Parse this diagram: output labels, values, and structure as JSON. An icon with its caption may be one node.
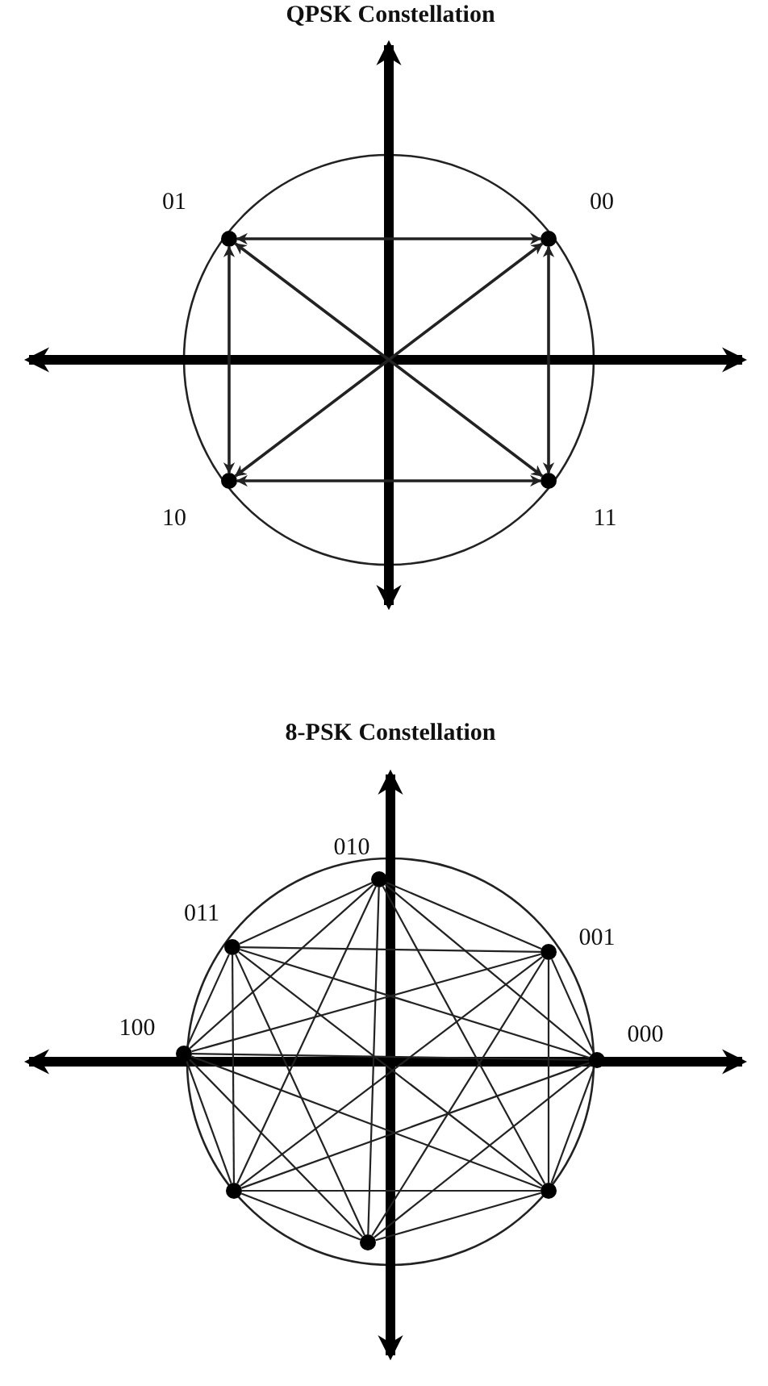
{
  "diagram": {
    "nodes": [
      {
        "text": [],
        "shape": "circle",
        "beside": [
          "01"
        ]
      },
      {
        "text": [],
        "shape": "circle",
        "beside": [
          "00"
        ]
      },
      {
        "text": [],
        "shape": "circle",
        "beside": [
          "10"
        ]
      },
      {
        "text": [],
        "shape": "circle",
        "beside": [
          "11"
        ]
      },
      {
        "text": [],
        "shape": "circle",
        "beside": [
          "010"
        ]
      },
      {
        "text": [],
        "shape": "circle",
        "beside": [
          "011"
        ]
      },
      {
        "text": [],
        "shape": "circle",
        "beside": [
          "001"
        ]
      },
      {
        "text": [],
        "shape": "circle",
        "beside": [
          "100"
        ]
      },
      {
        "text": [],
        "shape": "circle",
        "beside": [
          "000"
        ]
      },
      {
        "text": [],
        "shape": "circle"
      },
      {
        "text": [],
        "shape": "circle"
      },
      {
        "text": [],
        "shape": "circle"
      }
    ],
    "edges": [
      {
        "from": null,
        "to": 0,
        "arrow": "to"
      },
      {
        "from": null,
        "to": 1,
        "arrow": "to"
      },
      {
        "from": null,
        "to": 2,
        "arrow": "to"
      },
      {
        "from": null,
        "to": 3,
        "arrow": "to"
      },
      {
        "from": 0,
        "to": 1,
        "arrow": "both"
      },
      {
        "from": 1,
        "to": 3,
        "arrow": "both"
      },
      {
        "from": 3,
        "to": 2,
        "arrow": "both"
      },
      {
        "from": 2,
        "to": 0,
        "arrow": "both"
      },
      {
        "from": 4,
        "to": 5,
        "arrow": "none"
      },
      {
        "from": 4,
        "to": 6,
        "arrow": "none"
      },
      {
        "from": 4,
        "to": 7,
        "arrow": "none"
      },
      {
        "from": 4,
        "to": 8,
        "arrow": "none"
      },
      {
        "from": 4,
        "to": 9,
        "arrow": "none"
      },
      {
        "from": 4,
        "to": 10,
        "arrow": "none"
      },
      {
        "from": 4,
        "to": 11,
        "arrow": "none"
      },
      {
        "from": 5,
        "to": 6,
        "arrow": "none"
      },
      {
        "from": 5,
        "to": 7,
        "arrow": "none"
      },
      {
        "from": 5,
        "to": 8,
        "arrow": "none"
      },
      {
        "from": 5,
        "to": 9,
        "arrow": "none"
      },
      {
        "from": 5,
        "to": 10,
        "arrow": "none"
      },
      {
        "from": 5,
        "to": 11,
        "arrow": "none"
      },
      {
        "from": 6,
        "to": 7,
        "arrow": "none"
      },
      {
        "from": 6,
        "to": 8,
        "arrow": "none"
      },
      {
        "from": 6,
        "to": 9,
        "arrow": "none"
      },
      {
        "from": 6,
        "to": 10,
        "arrow": "none"
      },
      {
        "from": 6,
        "to": 11,
        "arrow": "none"
      },
      {
        "from": 7,
        "to": 8,
        "arrow": "none"
      },
      {
        "from": 7,
        "to": 9,
        "arrow": "none"
      },
      {
        "from": 7,
        "to": 10,
        "arrow": "none"
      },
      {
        "from": 7,
        "to": 11,
        "arrow": "none"
      },
      {
        "from": 8,
        "to": 9,
        "arrow": "none"
      },
      {
        "from": 8,
        "to": 10,
        "arrow": "none"
      },
      {
        "from": 8,
        "to": 11,
        "arrow": "none"
      },
      {
        "from": 9,
        "to": 10,
        "arrow": "none"
      },
      {
        "from": 9,
        "to": 11,
        "arrow": "none"
      },
      {
        "from": 10,
        "to": 11,
        "arrow": "none"
      }
    ],
    "labels": [
      "QPSK Constellation",
      "8-PSK Constellation"
    ]
  }
}
